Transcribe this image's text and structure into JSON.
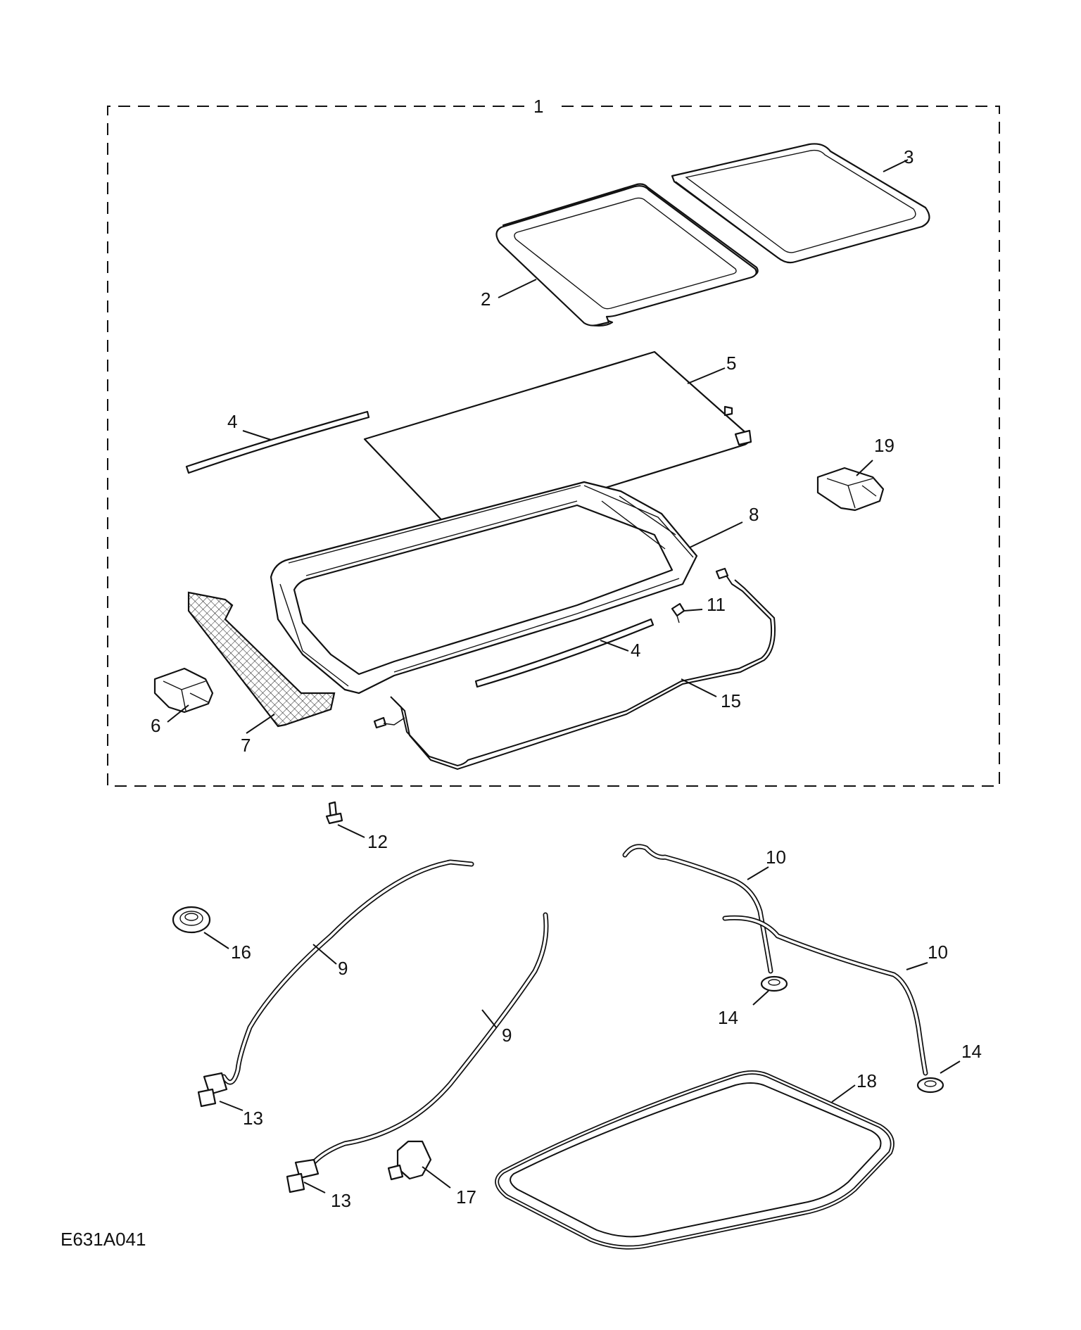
{
  "diagram": {
    "reference_code": "E631A041",
    "callouts": [
      {
        "key": "c1",
        "text": "1"
      },
      {
        "key": "c2",
        "text": "2"
      },
      {
        "key": "c3",
        "text": "3"
      },
      {
        "key": "c4a",
        "text": "4"
      },
      {
        "key": "c4b",
        "text": "4"
      },
      {
        "key": "c5",
        "text": "5"
      },
      {
        "key": "c6",
        "text": "6"
      },
      {
        "key": "c7",
        "text": "7"
      },
      {
        "key": "c8",
        "text": "8"
      },
      {
        "key": "c9a",
        "text": "9"
      },
      {
        "key": "c9b",
        "text": "9"
      },
      {
        "key": "c10a",
        "text": "10"
      },
      {
        "key": "c10b",
        "text": "10"
      },
      {
        "key": "c11",
        "text": "11"
      },
      {
        "key": "c12",
        "text": "12"
      },
      {
        "key": "c13a",
        "text": "13"
      },
      {
        "key": "c13b",
        "text": "13"
      },
      {
        "key": "c14a",
        "text": "14"
      },
      {
        "key": "c14b",
        "text": "14"
      },
      {
        "key": "c15",
        "text": "15"
      },
      {
        "key": "c16",
        "text": "16"
      },
      {
        "key": "c17",
        "text": "17"
      },
      {
        "key": "c18",
        "text": "18"
      },
      {
        "key": "c19",
        "text": "19"
      }
    ]
  }
}
